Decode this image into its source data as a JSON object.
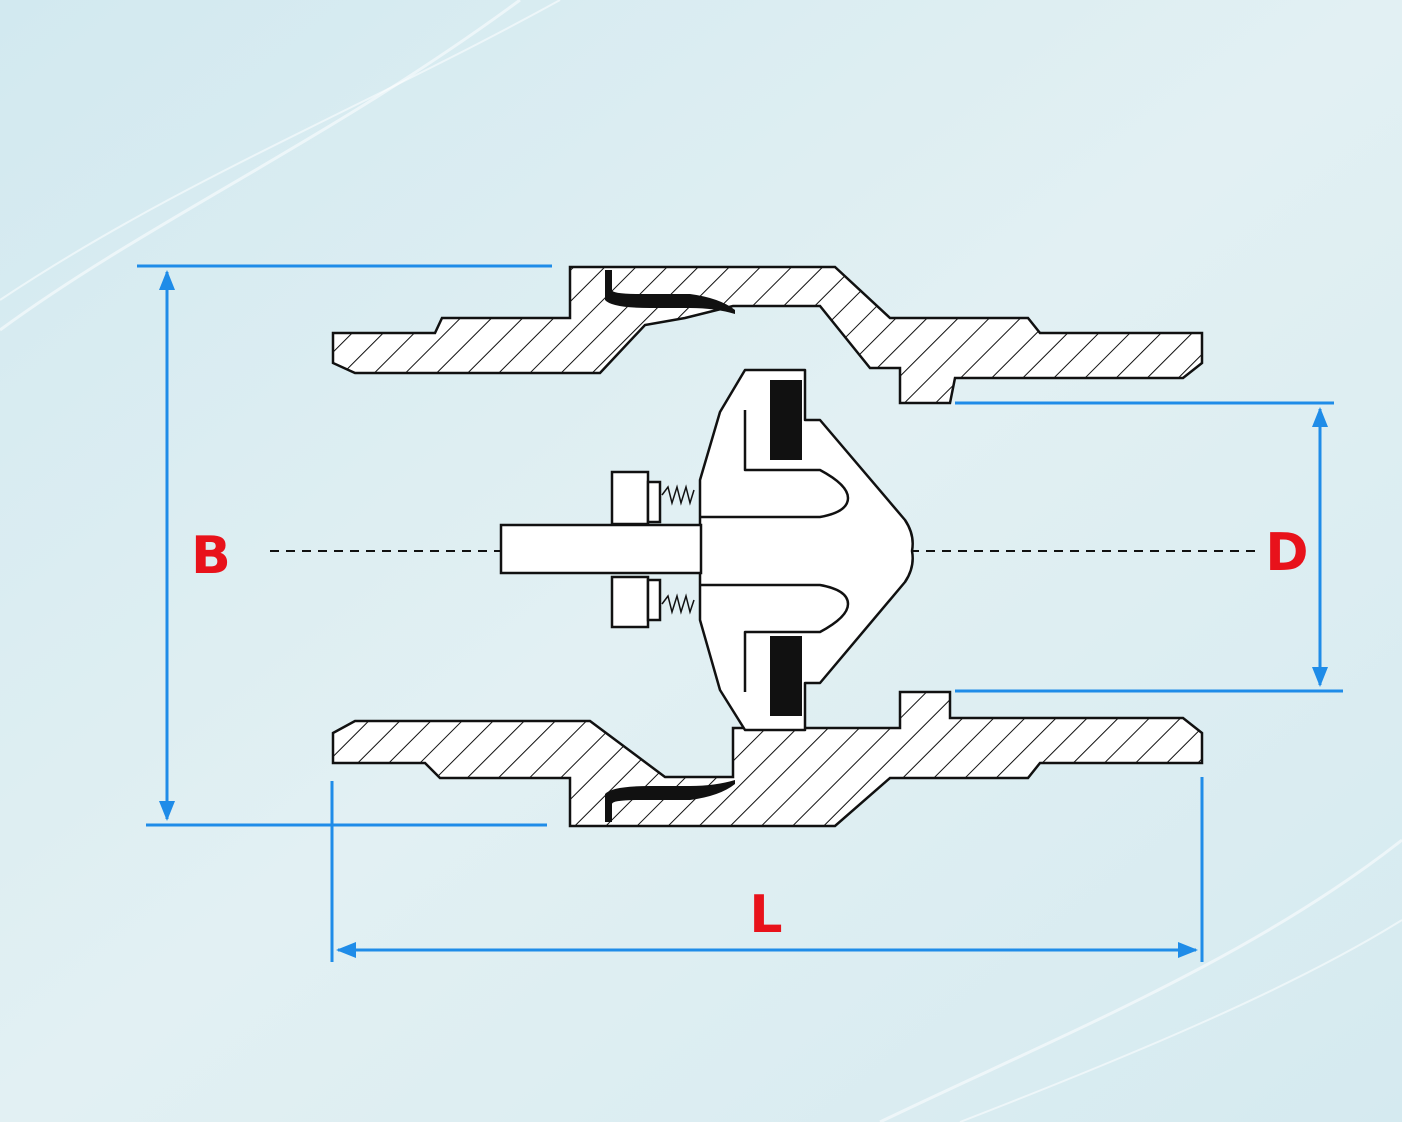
{
  "labels": {
    "B": "B",
    "D": "D",
    "L": "L"
  },
  "colors": {
    "background": "#dcedf1",
    "dimension_line": "#1f8ce8",
    "label": "#e8121b",
    "outline": "#111111",
    "seal": "#111111",
    "part_fill": "#ffffff"
  },
  "icons": {
    "dimension_arrow": "arrowhead"
  }
}
